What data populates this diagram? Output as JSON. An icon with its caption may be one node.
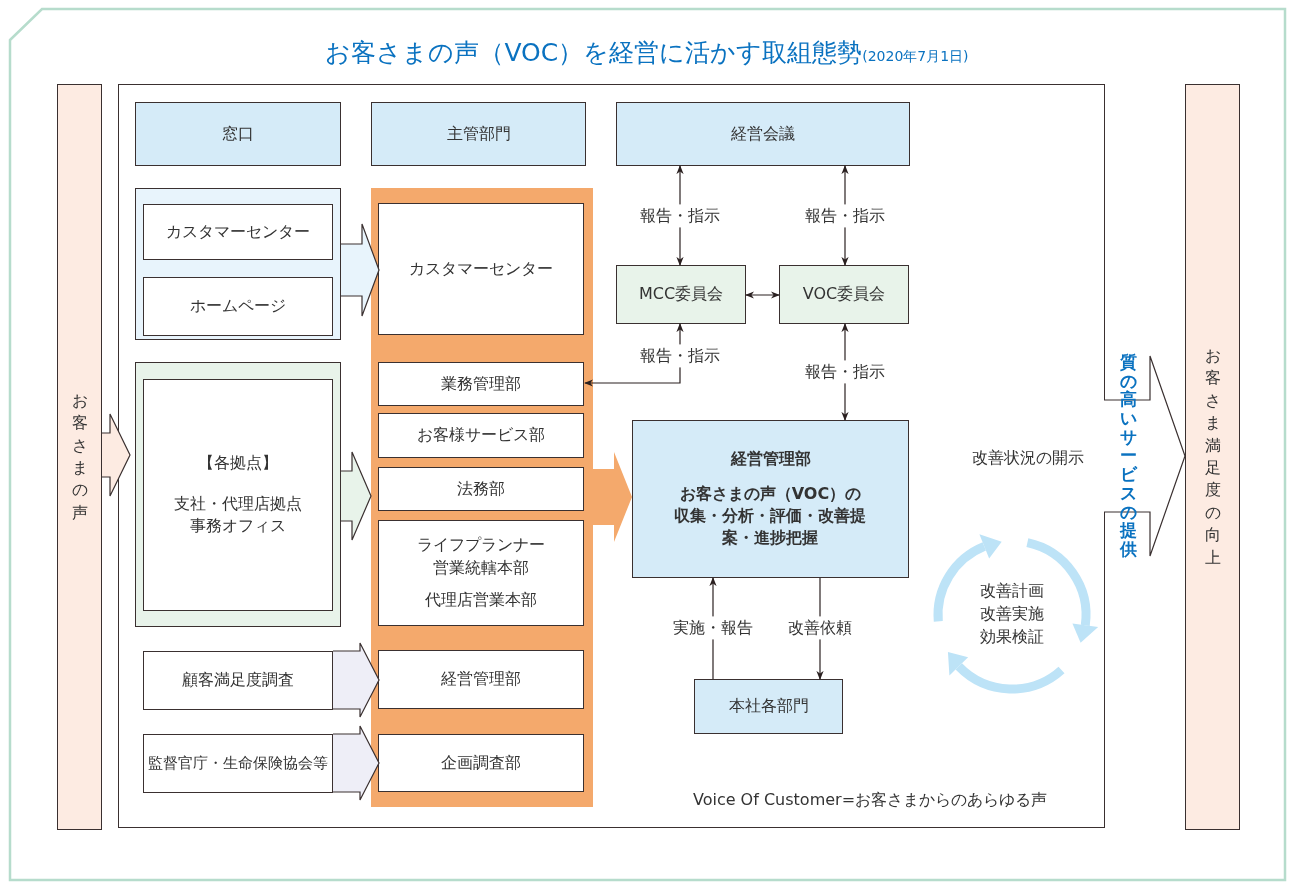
{
  "diagram": {
    "title": "お客さまの声（VOC）を経営に活かす取組態勢",
    "nodes": [
      {
        "text": [
          "お客さまの声"
        ]
      },
      {
        "text": [],
        "shape": "box"
      },
      {
        "text": [
          "窓口"
        ],
        "in": 1
      },
      {
        "text": [
          "主管部門"
        ],
        "in": 1
      },
      {
        "text": [
          "経営会議"
        ],
        "in": 1
      },
      {
        "text": [],
        "shape": "box",
        "in": 1
      },
      {
        "text": [
          "カスタマーセンター"
        ],
        "in": 5
      },
      {
        "text": [
          "ホームページ"
        ],
        "in": 5
      },
      {
        "text": [],
        "shape": "box",
        "in": 1
      },
      {
        "text": [
          "【各拠点】",
          "支社・代理店拠点事務オフィス"
        ],
        "in": 8
      },
      {
        "text": [
          "顧客満足度調査"
        ],
        "in": 1
      },
      {
        "text": [
          "監督官庁・生命保険協会等"
        ],
        "in": 1
      },
      {
        "text": [],
        "shape": "box",
        "in": 1
      },
      {
        "text": [
          "カスタマーセンター"
        ],
        "in": 12
      },
      {
        "text": [
          "業務管理部"
        ],
        "in": 12
      },
      {
        "text": [
          "お客様サービス部"
        ],
        "in": 12
      },
      {
        "text": [
          "法務部"
        ],
        "in": 12
      },
      {
        "text": [
          "ライフプランナー営業統轄本部",
          "代理店営業本部"
        ],
        "in": 12
      },
      {
        "text": [
          "経営管理部"
        ],
        "in": 12
      },
      {
        "text": [
          "企画調査部"
        ],
        "in": 12
      },
      {
        "text": [
          "MCC委員会"
        ],
        "in": 1
      },
      {
        "text": [
          "VOC委員会"
        ],
        "in": 1
      },
      {
        "text": [
          "経営管理部",
          "お客さまの声（VOC）の収集・分析・評価・改善提案・進捗把握"
        ],
        "in": 1
      },
      {
        "text": [
          "本社各部門"
        ],
        "in": 1
      },
      {
        "text": [
          "お客さま満足度の向上"
        ]
      }
    ],
    "edges": [
      {
        "from": 0,
        "to": 1,
        "arrow": "to",
        "style": "thick",
        "color": "#fdebe2"
      },
      {
        "from": 1,
        "to": 24,
        "arrow": "to",
        "style": "thick",
        "color": "#ffffff",
        "label": "質の高いサービスの提供"
      },
      {
        "from": 5,
        "to": 13,
        "arrow": "to",
        "style": "thick",
        "color": "#e8f4fc"
      },
      {
        "from": 8,
        "to": 12,
        "arrow": "to",
        "style": "thick",
        "color": "#e8f3ea"
      },
      {
        "from": 10,
        "to": 18,
        "arrow": "to",
        "style": "thick",
        "color": "#eeeef7"
      },
      {
        "from": 11,
        "to": 19,
        "arrow": "to",
        "style": "thick",
        "color": "#eeeef7"
      },
      {
        "from": 12,
        "to": 22,
        "arrow": "to",
        "style": "thick",
        "color": "#f4a96c"
      },
      {
        "from": 4,
        "to": 20,
        "arrow": "both",
        "label": "報告・指示"
      },
      {
        "from": 4,
        "to": 21,
        "arrow": "both",
        "label": "報告・指示"
      },
      {
        "from": 20,
        "to": 21,
        "arrow": "both"
      },
      {
        "from": 20,
        "to": 14,
        "arrow": "both",
        "label": "報告・指示"
      },
      {
        "from": 21,
        "to": 22,
        "arrow": "both",
        "label": "報告・指示"
      },
      {
        "from": 23,
        "to": 22,
        "arrow": "to",
        "label": "実施・報告"
      },
      {
        "from": 22,
        "to": 23,
        "arrow": "to",
        "label": "改善依頼"
      }
    ],
    "labels": [
      "(2020年7月1日)",
      "改善状況の開示",
      "改善計画",
      "改善実施",
      "効果検証",
      "Voice Of Customer=お客さまからのあらゆる声"
    ]
  }
}
